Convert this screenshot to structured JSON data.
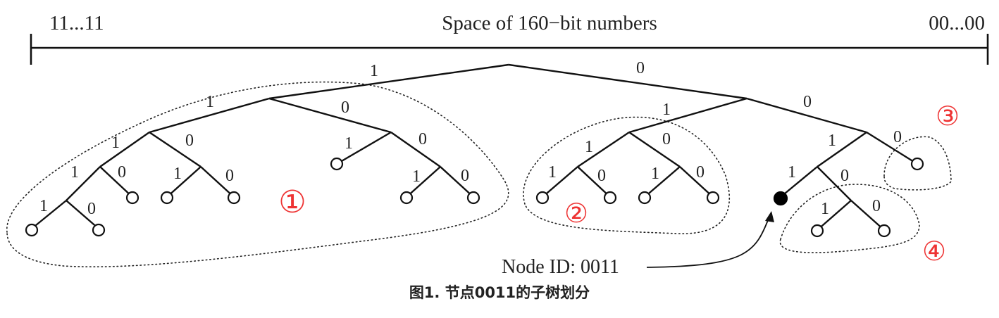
{
  "top_axis": {
    "left_label": "11...11",
    "center_label": "Space of 160−bit numbers",
    "right_label": "00...00"
  },
  "edge_labels": {
    "root_left": "1",
    "root_right": "0",
    "a_left": "1",
    "a_right": "0",
    "b_left": "1",
    "b_right": "0",
    "c_left": "1",
    "c_right": "0",
    "d_left": "1",
    "d_right": "0",
    "e_left": "1",
    "e_right": "0",
    "f_left": "1",
    "f_right": "0",
    "g_left": "1",
    "g_right": "0",
    "h_left": "1",
    "h_right": "0",
    "i_left": "1",
    "i_right": "0",
    "j_left": "1",
    "j_right": "0",
    "k_left": "1",
    "k_right": "0",
    "l_left": "1",
    "l_right": "0",
    "m_left": "1",
    "m_right": "0",
    "n_left": "1",
    "n_right": "0"
  },
  "groups": [
    "①",
    "②",
    "③",
    "④"
  ],
  "node_id_label": "Node ID: 0011",
  "caption": "图1. 节点0011的子树划分",
  "colors": {
    "group_number": "#ee3333",
    "edge": "#111111"
  }
}
